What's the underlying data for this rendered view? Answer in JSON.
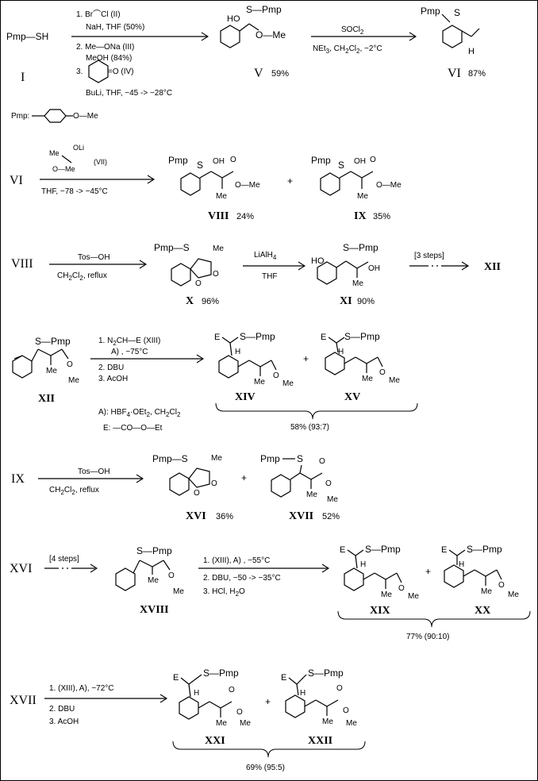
{
  "frame": {
    "border_color": "#000000",
    "background": "#ffffff"
  },
  "scheme1": {
    "reagent_I": "Pmp—SH",
    "label_I": "I",
    "cond1": "1. Br⌒Cl (II)",
    "cond2": "NaH, THF (50%)",
    "cond3": "2. Me—ONa (III)",
    "cond4": "MeOH (84%)",
    "cond5": "3. cyclohexanone (IV)",
    "cond5a": "3.",
    "cond5b": "=O (IV)",
    "cond6": "BuLi, THF, −45 -> −28°C",
    "V_top": "S—Pmp",
    "V_HO": "HO",
    "V_OMe": "O—Me",
    "label_V": "V",
    "yield_V": "59%",
    "soc": "SOCl",
    "soc_sub": "2",
    "net": "NEt",
    "net_sub": "3",
    "net_rest": ", CH",
    "ch2": "2",
    "cl2": "Cl",
    "cl2_sub": "2",
    "temp": ", −2°C",
    "VI_pmp": "Pmp",
    "VI_S": "S",
    "VI_H": "H",
    "label_VI": "VI",
    "yield_VI": "87%",
    "pmp_def_label": "Pmp:",
    "pmp_def_ome": "O—Me"
  },
  "scheme2": {
    "label_VI": "VI",
    "me": "Me",
    "oli": "OLi",
    "ome": "O—Me",
    "VII": "(VII)",
    "cond": "THF, −78 -> −45°C",
    "plus": "+",
    "VIII_pmp": "Pmp",
    "VIII_S": "S",
    "VIII_OH": "OH",
    "VIII_O": "O",
    "VIII_OMe": "O—Me",
    "VIII_Me": "Me",
    "label_VIII": "VIII",
    "yield_VIII": "24%",
    "IX_pmp": "Pmp",
    "IX_S": "S",
    "IX_OH": "OH",
    "IX_O": "O",
    "IX_OMe": "O—Me",
    "IX_Me": "Me",
    "label_IX": "IX",
    "yield_IX": "35%"
  },
  "scheme3": {
    "label_VIII": "VIII",
    "tos": "Tos—OH",
    "ch2cl2": "CH",
    "reflux": ", reflux",
    "X_pmps": "Pmp—S",
    "X_me": "Me",
    "X_o": "O",
    "X_o2": "O",
    "label_X": "X",
    "yield_X": "96%",
    "lialh": "LiAlH",
    "lialh_sub": "4",
    "thf": "THF",
    "XI_spmp": "S—Pmp",
    "XI_ho": "HO",
    "XI_oh": "OH",
    "XI_me": "Me",
    "label_XI": "XI",
    "yield_XI": "90%",
    "steps": "[3 steps]",
    "label_XII": "XII"
  },
  "scheme4": {
    "XII_spmp": "S—Pmp",
    "XII_me": "Me",
    "XII_o": "O",
    "XII_me2": "Me",
    "label_XII": "XII",
    "c1": "1. N",
    "c1_sub": "2",
    "c1_rest": "CH—E (XIII)",
    "c2": "A) , −75°C",
    "c3": "2. DBU",
    "c4": "3. AcOH",
    "defA": "A): HBF",
    "defA_sub": "4",
    "defA_rest": "·OEt",
    "defA_sub2": "2",
    "defA_rest2": ", CH",
    "defA_sub3": "2",
    "defA_rest3": "Cl",
    "defA_sub4": "2",
    "defE": "E: —CO—O—Et",
    "XIV_e": "E",
    "XIV_spmp": "S—Pmp",
    "XIV_h": "H",
    "XIV_me": "Me",
    "XIV_o": "O",
    "XIV_me2": "Me",
    "label_XIV": "XIV",
    "plus": "+",
    "XV_e": "E",
    "XV_spmp": "S—Pmp",
    "XV_h": "H",
    "XV_me": "Me",
    "XV_o": "O",
    "XV_me2": "Me",
    "label_XV": "XV",
    "yield": "58% (93:7)"
  },
  "scheme5": {
    "label_IX": "IX",
    "tos": "Tos—OH",
    "ch2cl2": "CH",
    "reflux": ", reflux",
    "XVI_pmps": "Pmp—S",
    "XVI_me": "Me",
    "XVI_o": "O",
    "XVI_o2": "O",
    "label_XVI": "XVI",
    "yield_XVI": "36%",
    "plus": "+",
    "XVII_pmp": "Pmp",
    "XVII_s": "S",
    "XVII_o": "O",
    "XVII_me": "Me",
    "XVII_o2": "O",
    "XVII_me2": "Me",
    "label_XVII": "XVII",
    "yield_XVII": "52%"
  },
  "scheme6": {
    "label_XVI": "XVI",
    "steps": "[4 steps]",
    "XVIII_spmp": "S—Pmp",
    "XVIII_me": "Me",
    "XVIII_o": "O",
    "XVIII_me2": "Me",
    "label_XVIII": "XVIII",
    "c1": "1. (XIII), A) , −55°C",
    "c2": "2. DBU, −50 -> −35°C",
    "c3": "3. HCl, H",
    "c3_sub": "2",
    "c3_rest": "O",
    "XIX_e": "E",
    "XIX_spmp": "S—Pmp",
    "XIX_h": "H",
    "XIX_me": "Me",
    "XIX_o": "O",
    "XIX_me2": "Me",
    "label_XIX": "XIX",
    "plus": "+",
    "XX_e": "E",
    "XX_spmp": "S—Pmp",
    "XX_h": "H",
    "XX_me": "Me",
    "XX_o": "O",
    "XX_me2": "Me",
    "label_XX": "XX",
    "yield": "77% (90:10)"
  },
  "scheme7": {
    "label_XVII": "XVII",
    "c1": "1. (XIII), A), −72°C",
    "c2": "2. DBU",
    "c3": "3. AcOH",
    "XXI_e": "E",
    "XXI_spmp": "S—Pmp",
    "XXI_h": "H",
    "XXI_me": "Me",
    "XXI_o": "O",
    "XXI_o2": "O",
    "XXI_me2": "Me",
    "label_XXI": "XXI",
    "plus": "+",
    "XXII_e": "E",
    "XXII_spmp": "S—Pmp",
    "XXII_h": "H",
    "XXII_me": "Me",
    "XXII_o": "O",
    "XXII_o2": "O",
    "XXII_me2": "Me",
    "label_XXII": "XXII",
    "yield": "69% (95:5)"
  }
}
